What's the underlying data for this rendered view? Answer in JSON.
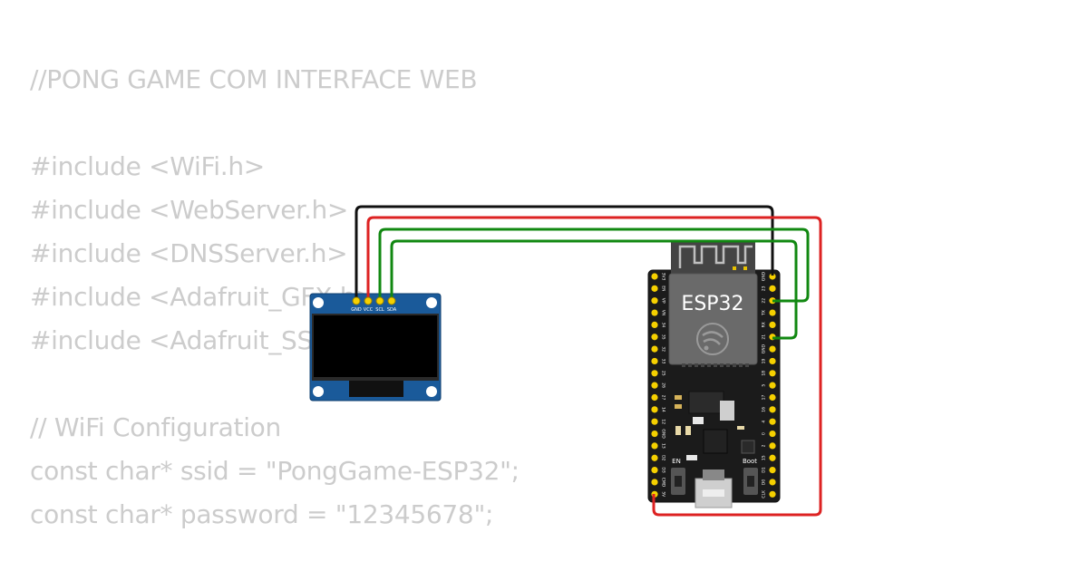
{
  "code_lines": [
    "//PONG GAME COM INTERFACE WEB",
    "",
    "#include <WiFi.h>",
    "#include <WebServer.h>",
    "#include <DNSServer.h>",
    "#include <Adafruit_GFX.h>",
    "#include <Adafruit_SSD1306.h>",
    "",
    "// WiFi Configuration",
    "const char* ssid = \"PongGame-ESP32\";",
    "const char* password = \"12345678\";"
  ],
  "oled": {
    "pins": [
      "GND",
      "VCC",
      "SCL",
      "SDA"
    ]
  },
  "esp32": {
    "module_label": "ESP32",
    "left_pins": [
      "3V3",
      "EN",
      "VP",
      "VN",
      "34",
      "35",
      "32",
      "33",
      "25",
      "26",
      "27",
      "14",
      "12",
      "GND",
      "13",
      "D2",
      "D3",
      "CMD",
      "5V"
    ],
    "right_pins": [
      "GND",
      "23",
      "22",
      "TX",
      "RX",
      "21",
      "GND",
      "19",
      "18",
      "5",
      "17",
      "16",
      "4",
      "0",
      "2",
      "15",
      "D1",
      "D0",
      "CLK"
    ],
    "en_label": "EN",
    "boot_label": "Boot"
  },
  "colors": {
    "wire_gnd": "#111111",
    "wire_vcc": "#dd2222",
    "wire_signal": "#118811",
    "oled_board": "#1a5a9a",
    "esp_board": "#1b1b1b",
    "esp_module": "#6a6a6a",
    "pin_gold": "#f5d000"
  }
}
